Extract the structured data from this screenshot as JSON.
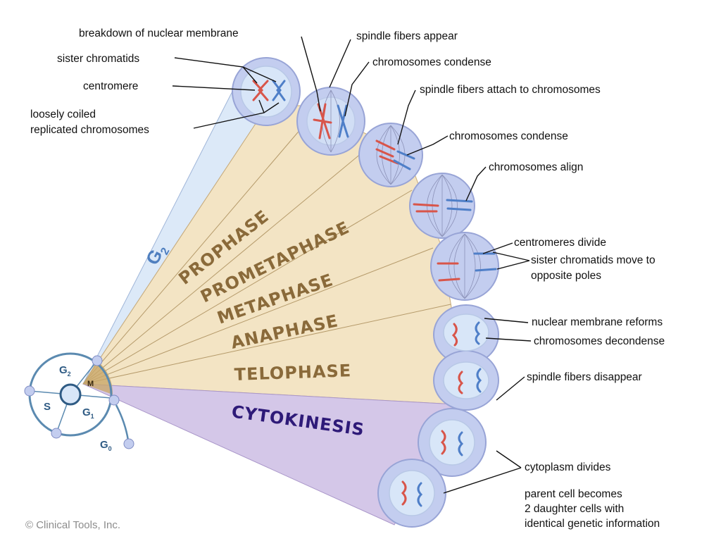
{
  "copyright": "© Clinical Tools, Inc.",
  "cell_cycle": {
    "g2_big": "G",
    "g2_big_sub": "2",
    "g2": "G",
    "g2_sub": "2",
    "s": "S",
    "g1": "G",
    "g1_sub": "1",
    "g0": "G",
    "g0_sub": "0",
    "m": "M"
  },
  "phases": {
    "prophase": "PROPHASE",
    "prometaphase": "PROMETAPHASE",
    "metaphase": "METAPHASE",
    "anaphase": "ANAPHASE",
    "telophase": "TELOPHASE",
    "cytokinesis": "CYTOKINESIS"
  },
  "labels": {
    "breakdown": "breakdown of nuclear membrane",
    "spindle_appear": "spindle fibers appear",
    "sister_chromatids": "sister chromatids",
    "chromosomes_condense_1": "chromosomes condense",
    "centromere": "centromere",
    "spindle_attach": "spindle fibers attach to chromosomes",
    "loosely_1": "loosely coiled",
    "loosely_2": "replicated chromosomes",
    "chromosomes_condense_2": "chromosomes condense",
    "chromosomes_align": "chromosomes align",
    "centromeres_divide": "centromeres divide",
    "sister_move_1": "sister chromatids move to",
    "sister_move_2": "opposite poles",
    "membrane_reforms": "nuclear membrane reforms",
    "decondense": "chromosomes decondense",
    "spindle_disappear": "spindle fibers disappear",
    "cytoplasm_divides": "cytoplasm divides",
    "parent_1": "parent cell becomes",
    "parent_2": "2 daughter cells with",
    "parent_3": "identical genetic information"
  },
  "colors": {
    "g2_band": "#dce9f8",
    "m_fan": "#f3e4c4",
    "cytokinesis_band": "#d4c7e8",
    "phase_text": "#8a6a3a",
    "cytokinesis_text": "#2e1a78",
    "chromosome_red": "#d8554a",
    "chromosome_blue": "#4f7fc8"
  }
}
